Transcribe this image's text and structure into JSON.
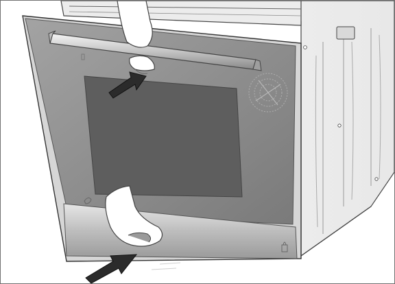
{
  "illustration": {
    "subject": "oven-door-removal",
    "steps": [
      {
        "icon": "push-arrow-icon",
        "direction": "in"
      },
      {
        "icon": "push-arrow-icon",
        "direction": "in"
      }
    ]
  },
  "colors": {
    "frame_border": "#6f6f6f",
    "glass_tint": "#8c8c8c",
    "window_dark": "#5e5e5e",
    "oven_body": "#f2f2f2",
    "arrow": "#2b2b2b",
    "handle": "#cfcfcf"
  }
}
